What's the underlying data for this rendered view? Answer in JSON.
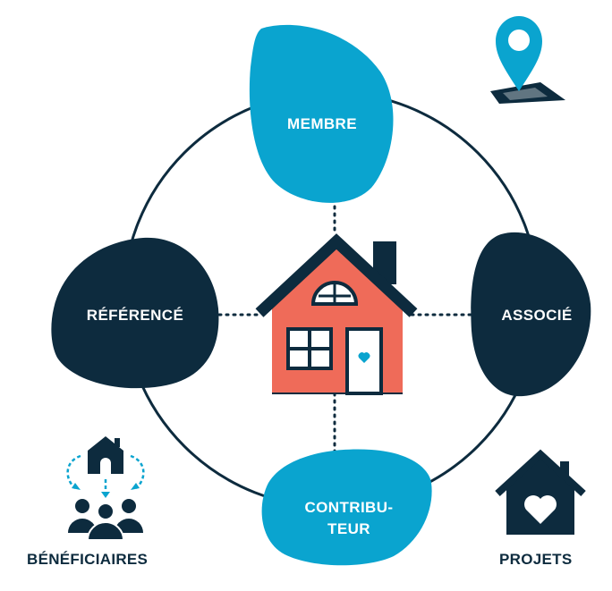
{
  "colors": {
    "navy": "#0d2b3e",
    "cyan": "#0aa4cf",
    "coral": "#ef6b59",
    "white": "#ffffff"
  },
  "nodes": {
    "top": {
      "label": "MEMBRE"
    },
    "left": {
      "label": "RÉFÉRENCÉ"
    },
    "right": {
      "label": "ASSOCIÉ"
    },
    "bottom": {
      "label_line1": "CONTRIBU-",
      "label_line2": "TEUR"
    }
  },
  "corners": {
    "bottom_left": {
      "label": "BÉNÉFICIAIRES",
      "icon": "beneficiaries-icon"
    },
    "bottom_right": {
      "label": "PROJETS",
      "icon": "house-heart-icon"
    },
    "top_right": {
      "icon": "map-pin-icon"
    }
  },
  "center": {
    "icon": "house-icon"
  }
}
